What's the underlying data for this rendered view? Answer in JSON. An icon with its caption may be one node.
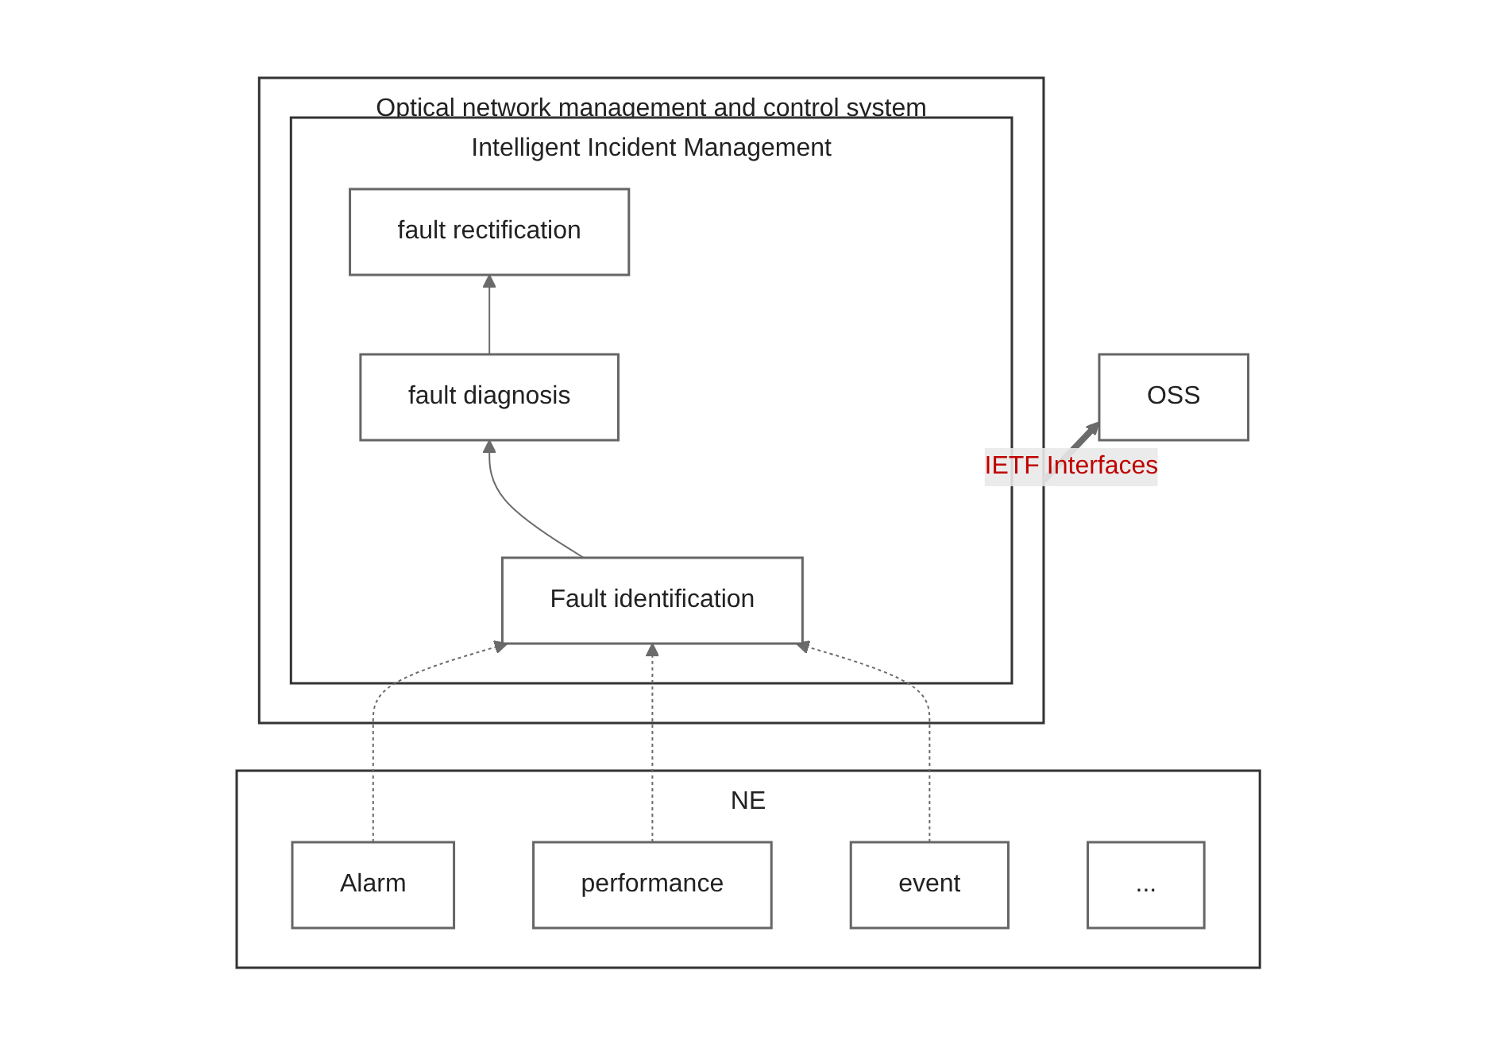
{
  "diagram": {
    "nodes": [
      {
        "text": [
          "OSS"
        ]
      },
      {
        "text": [
          "Optical network management and control system"
        ]
      },
      {
        "text": [
          "Intelligent Incident Management"
        ],
        "in": 1
      },
      {
        "text": [
          "Fault identification"
        ],
        "in": 2
      },
      {
        "text": [
          "fault diagnosis"
        ],
        "in": 2
      },
      {
        "text": [
          "fault rectification"
        ],
        "in": 2
      },
      {
        "text": [
          "NE"
        ]
      },
      {
        "text": [
          "Alarm"
        ],
        "in": 6
      },
      {
        "text": [
          "performance"
        ],
        "in": 6
      },
      {
        "text": [
          "event"
        ],
        "in": 6
      },
      {
        "text": [
          "..."
        ],
        "in": 6
      }
    ],
    "edges": [
      {
        "from": 1,
        "to": 0,
        "arrow": "to",
        "label": "IETF Interfaces",
        "style": "thick"
      },
      {
        "from": 3,
        "to": 4,
        "arrow": "to"
      },
      {
        "from": 4,
        "to": 5,
        "arrow": "to"
      },
      {
        "from": 7,
        "to": 3,
        "arrow": "to",
        "style": "dashed"
      },
      {
        "from": 8,
        "to": 3,
        "arrow": "to",
        "style": "dashed"
      },
      {
        "from": 9,
        "to": 3,
        "arrow": "to",
        "style": "dashed"
      }
    ]
  }
}
